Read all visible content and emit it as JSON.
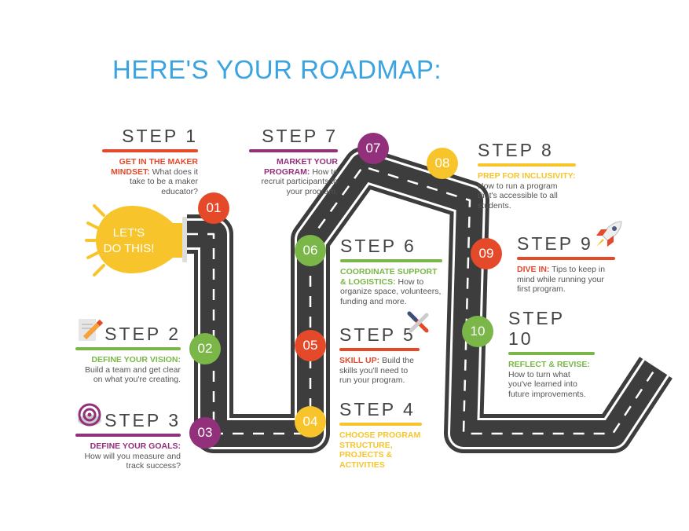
{
  "title": "HERE'S YOUR ROADMAP:",
  "bulb": {
    "text_line1": "LET'S",
    "text_line2": "DO THIS!"
  },
  "colors": {
    "red": "#e4492a",
    "green": "#7ab648",
    "purple": "#93307b",
    "yellow": "#f7c52b",
    "blue": "#3aa3e0",
    "road": "#3d3d3d"
  },
  "nodes": [
    "01",
    "02",
    "03",
    "04",
    "05",
    "06",
    "07",
    "08",
    "09",
    "10"
  ],
  "steps": [
    {
      "heading": "STEP 1",
      "label": "GET IN THE MAKER MINDSET:",
      "text": "What does it take to be a maker educator?"
    },
    {
      "heading": "STEP 2",
      "label": "DEFINE YOUR VISION:",
      "text": "Build a team and get clear on what you're creating.",
      "icon": "pencil-paper-icon"
    },
    {
      "heading": "STEP 3",
      "label": "DEFINE YOUR GOALS:",
      "text": "How will you measure and track success?",
      "icon": "target-icon"
    },
    {
      "heading": "STEP 4",
      "label": "CHOOSE PROGRAM STRUCTURE, PROJECTS & ACTIVITIES",
      "text": ""
    },
    {
      "heading": "STEP 5",
      "label": "SKILL UP:",
      "text": "Build the skills you'll need to run your program.",
      "icon": "tools-icon"
    },
    {
      "heading": "STEP 6",
      "label": "COORDINATE SUPPORT & LOGISTICS:",
      "text": "How to organize space, volunteers, funding and more."
    },
    {
      "heading": "STEP 7",
      "label": "MARKET YOUR PROGRAM:",
      "text": "How to recruit participants to your program."
    },
    {
      "heading": "STEP 8",
      "label": "PREP FOR INCLUSIVITY:",
      "text": "How to run a program that's accessible to all students."
    },
    {
      "heading": "STEP 9",
      "label": "DIVE IN:",
      "text": "Tips to keep in mind while running your first program.",
      "icon": "rocket-icon"
    },
    {
      "heading": "STEP 10",
      "label": "REFLECT & REVISE:",
      "text": "How to turn what you've learned into future improvements."
    }
  ]
}
